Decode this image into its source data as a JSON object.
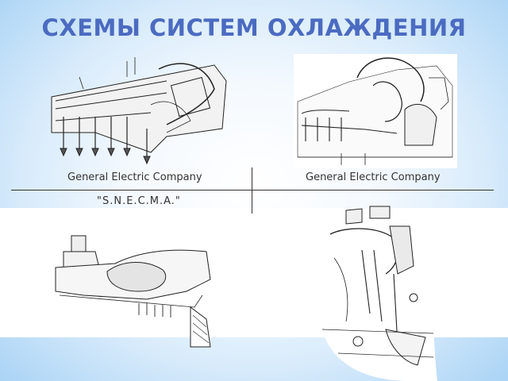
{
  "slide": {
    "title": "СХЕМЫ СИСТЕМ ОХЛАЖДЕНИЯ",
    "labels": {
      "top_left": "General Electric Company",
      "top_right": "General Electric Company",
      "bottom_left": "\"S.N.E.C.M.A.\""
    }
  }
}
